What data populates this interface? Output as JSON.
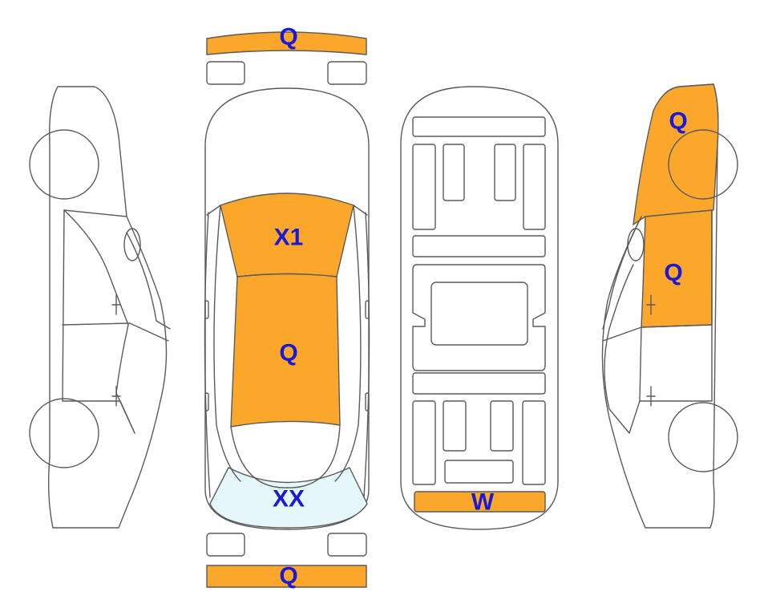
{
  "colors": {
    "damage": "#fba72b",
    "light_damage": "#e6f7fb",
    "outline": "#5a5a5a",
    "label": "#1a1ad4"
  },
  "marks": {
    "front_bumper": "Q",
    "windshield": "X1",
    "roof": "Q",
    "rear_window": "XX",
    "rear_bumper": "Q",
    "underbody_rear": "W",
    "right_front": "Q",
    "right_door": "Q"
  }
}
